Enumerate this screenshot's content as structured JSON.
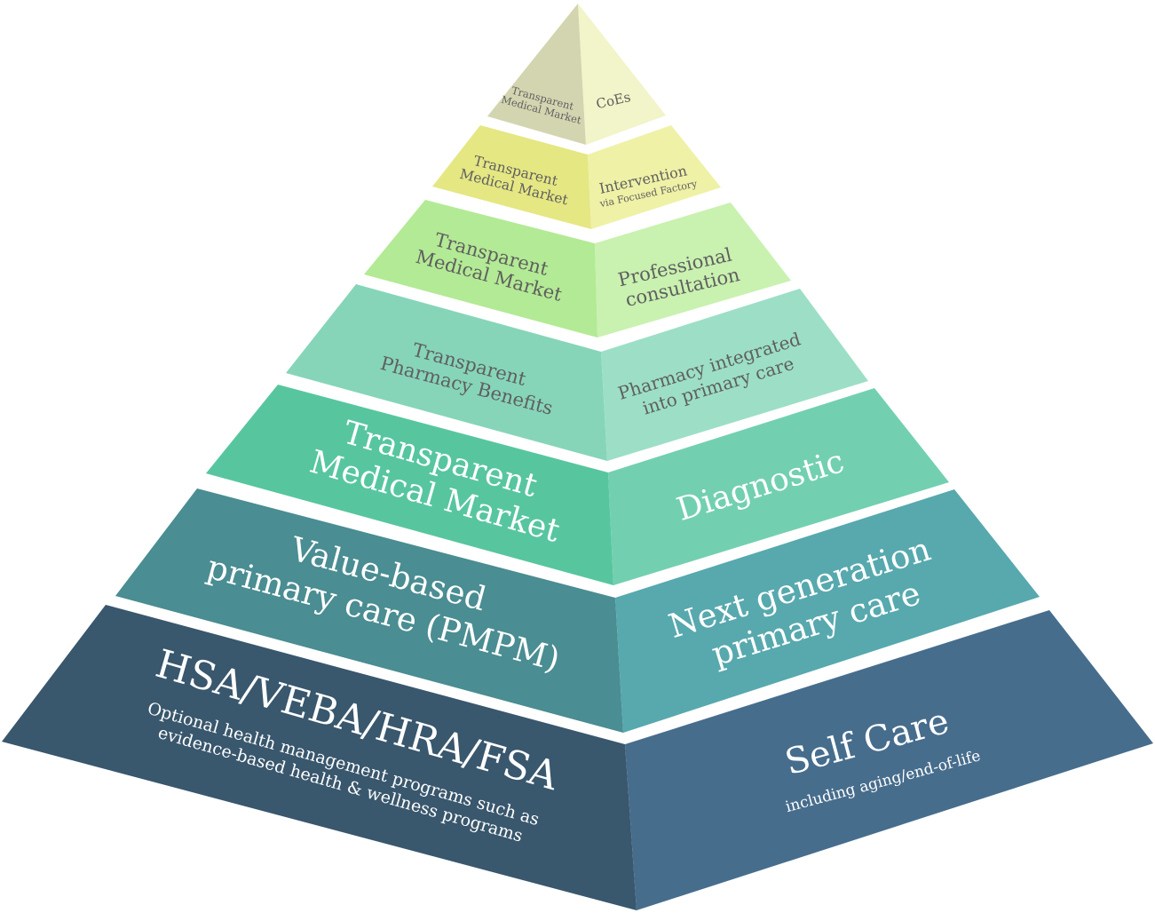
{
  "pyramid": {
    "levels": [
      {
        "left": {
          "lines": [
            "Transparent",
            "Medical Market"
          ],
          "color": "#d3d5b0"
        },
        "right": {
          "lines": [
            "CoEs"
          ],
          "color": "#f2f4c9"
        }
      },
      {
        "left": {
          "lines": [
            "Transparent",
            "Medical Market"
          ],
          "color": "#e5e783"
        },
        "right": {
          "lines": [
            "Intervention",
            "via Focused Factory"
          ],
          "color": "#eff1a6"
        }
      },
      {
        "left": {
          "lines": [
            "Transparent",
            "Medical Market"
          ],
          "color": "#b3ea95"
        },
        "right": {
          "lines": [
            "Professional",
            "consultation"
          ],
          "color": "#c9f1b0"
        }
      },
      {
        "left": {
          "lines": [
            "Transparent",
            "Pharmacy Benefits"
          ],
          "color": "#86d5b9"
        },
        "right": {
          "lines": [
            "Pharmacy integrated",
            "into primary care"
          ],
          "color": "#9cdfc6"
        }
      },
      {
        "left": {
          "lines": [
            "Transparent",
            "Medical Market"
          ],
          "color": "#57c69f"
        },
        "right": {
          "lines": [
            "Diagnostic"
          ],
          "color": "#72d0b0"
        }
      },
      {
        "left": {
          "lines": [
            "Value-based",
            "primary care (PMPM)"
          ],
          "color": "#4a8d92"
        },
        "right": {
          "lines": [
            "Next generation",
            "primary care"
          ],
          "color": "#57a9ae"
        }
      },
      {
        "left": {
          "lines": [
            "HSA/VEBA/HRA/FSA"
          ],
          "sub_lines": [
            "Optional health management programs such as",
            "evidence-based health & wellness programs"
          ],
          "color": "#39576d"
        },
        "right": {
          "lines": [
            "Self Care"
          ],
          "sub_lines": [
            "including aging/end-of-life"
          ],
          "color": "#476d8d"
        }
      }
    ]
  }
}
